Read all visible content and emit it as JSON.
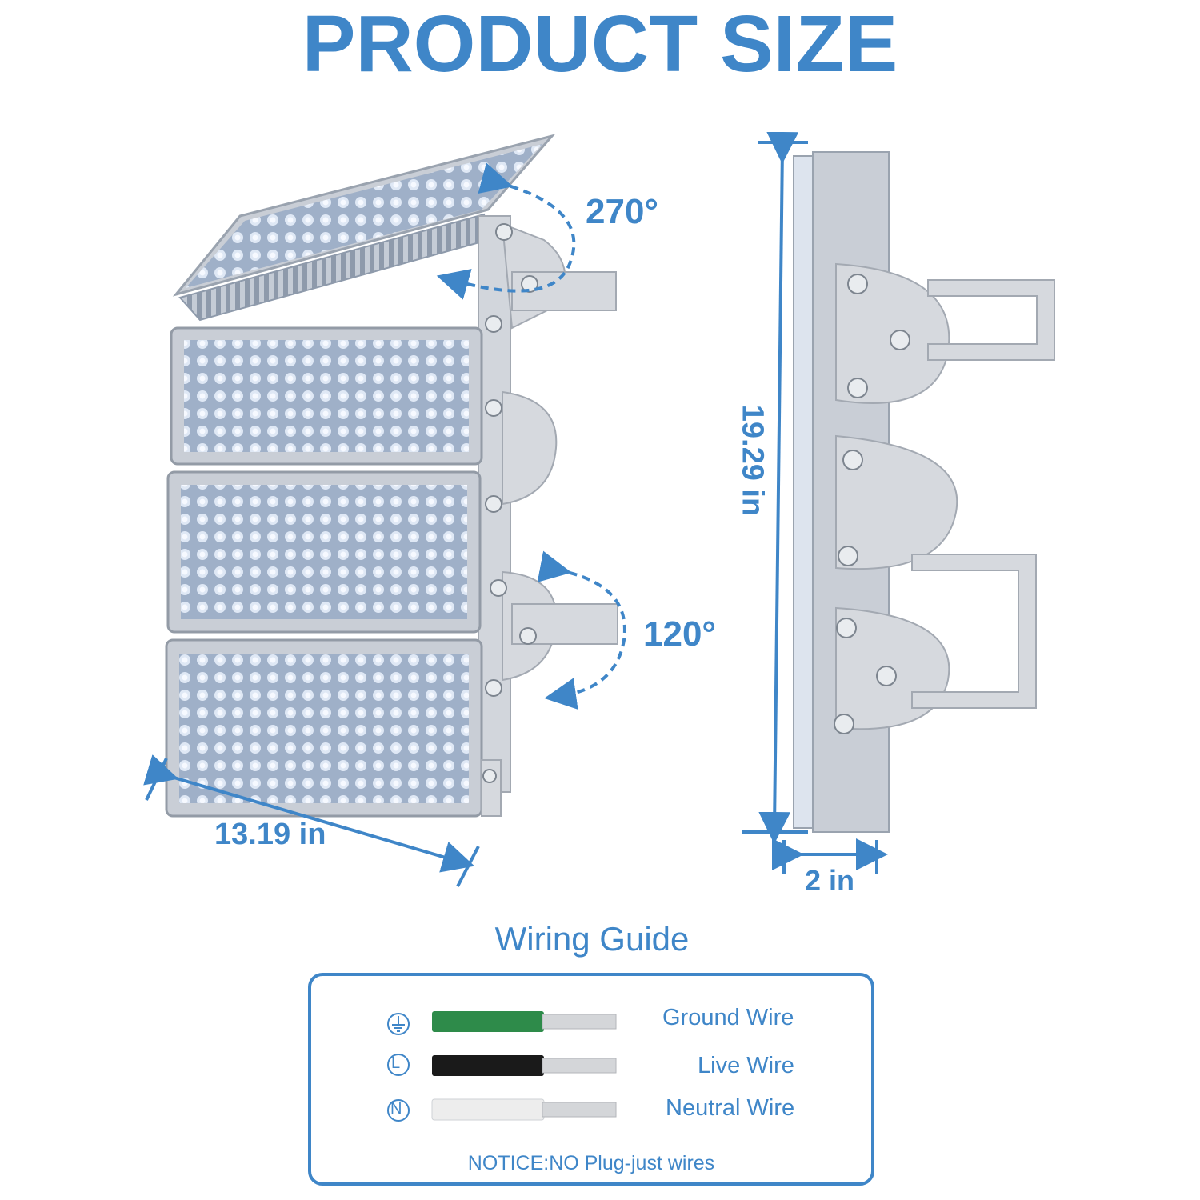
{
  "title": "PRODUCT SIZE",
  "dimensions": {
    "rotate_top": "270°",
    "rotate_bottom": "120°",
    "width": "13.19 in",
    "height": "19.29 in",
    "depth": "2 in"
  },
  "wiring_guide": {
    "title": "Wiring Guide",
    "wires": [
      {
        "symbol": "ground-icon",
        "label": "Ground Wire",
        "color": "#2e8b4a"
      },
      {
        "symbol": "L",
        "label": "Live Wire",
        "color": "#1a1a1a"
      },
      {
        "symbol": "N",
        "label": "Neutral Wire",
        "color": "#e8e8e8"
      }
    ],
    "notice": "NOTICE:NO Plug-just wires"
  },
  "colors": {
    "accent": "#3f86c8",
    "housing": "#c9ced6",
    "led_panel": "#a9b6c9"
  }
}
